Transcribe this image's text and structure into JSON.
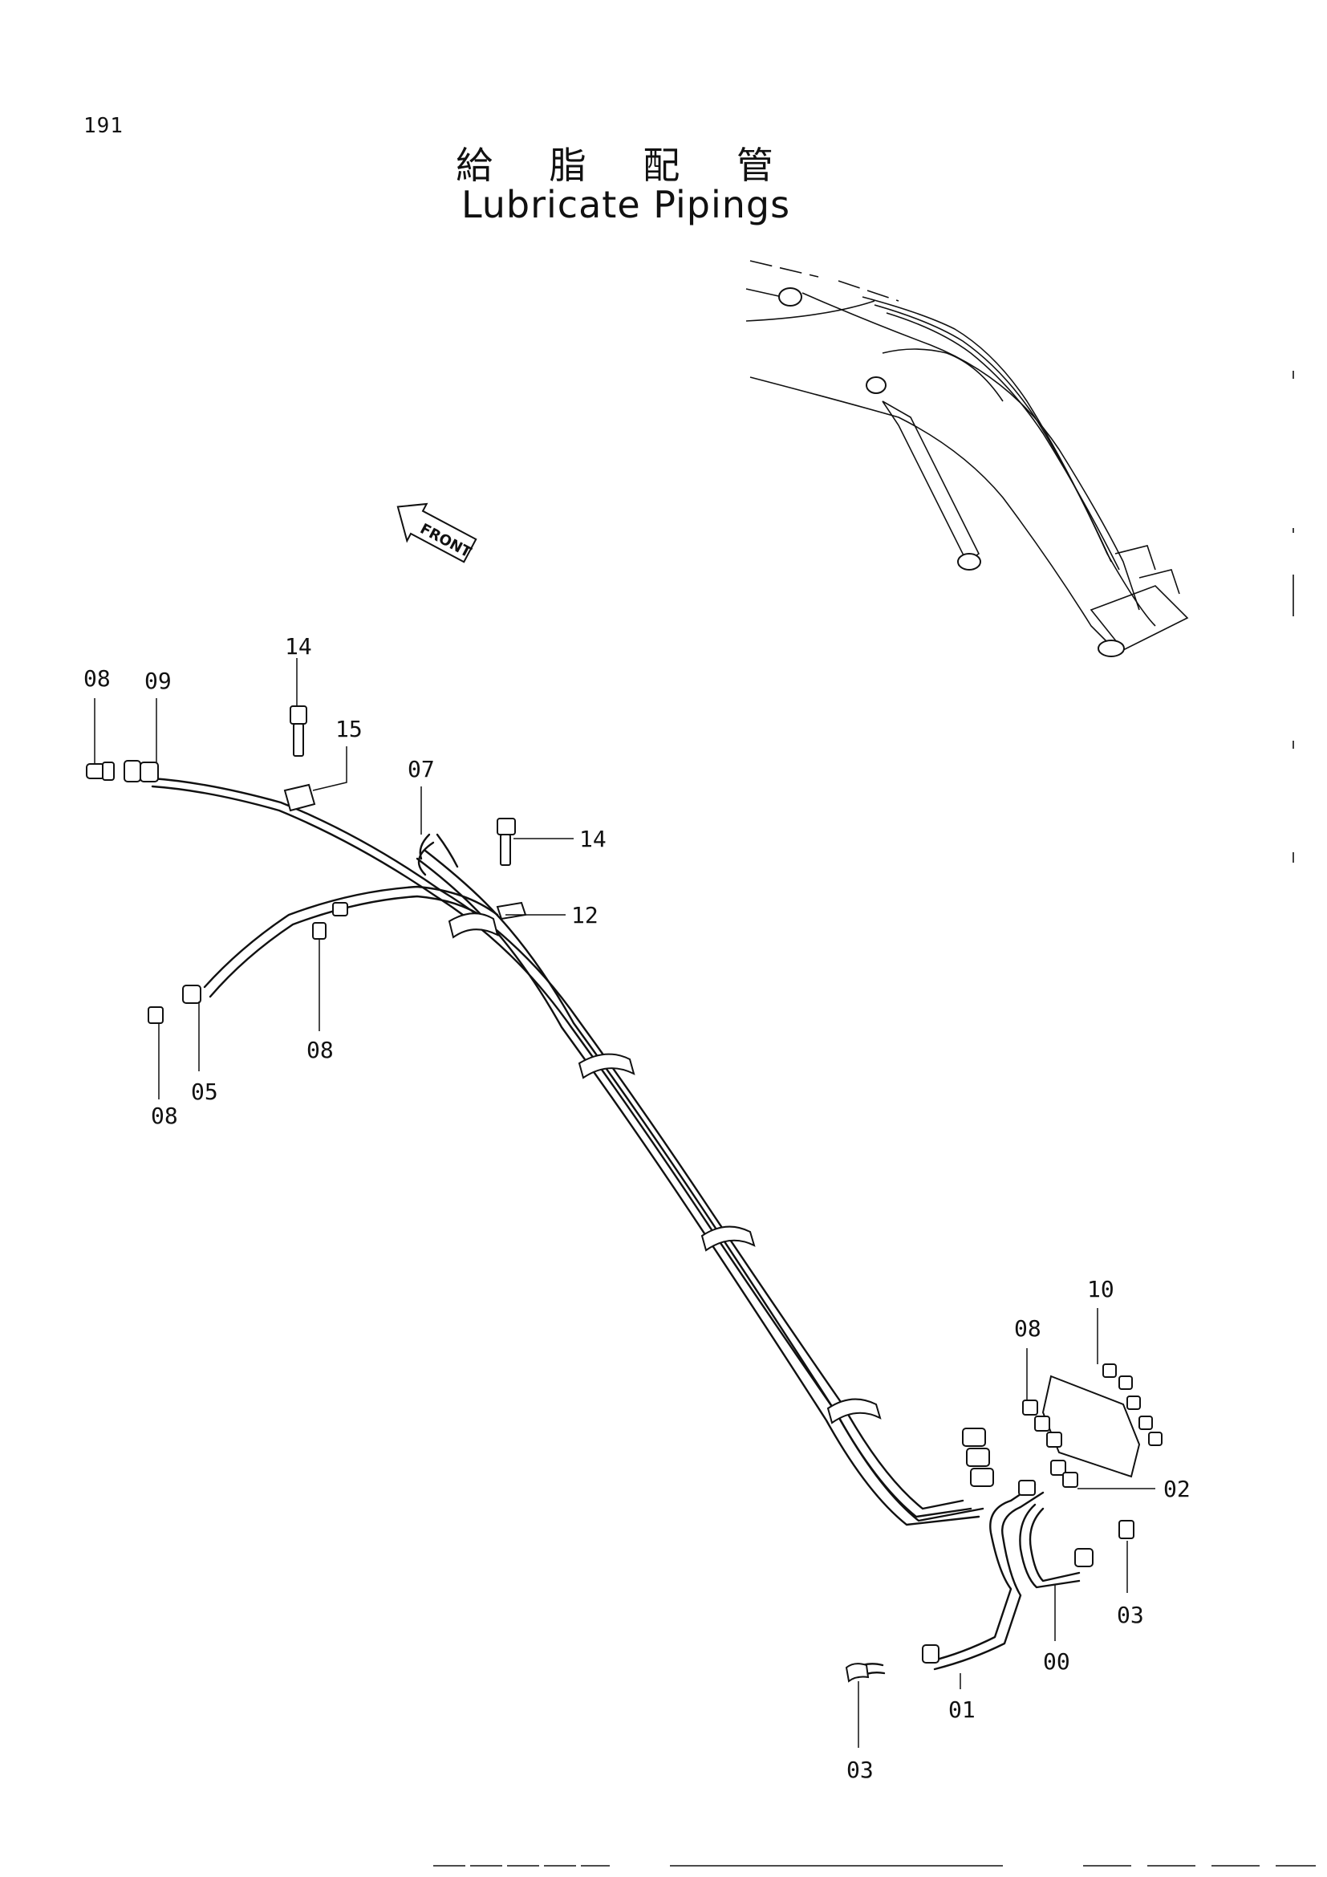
{
  "header": {
    "page_number": "191",
    "title_jp": "給 脂 配 管",
    "title_en": "Lubricate Pipings"
  },
  "diagram": {
    "front_arrow_label": "FRONT",
    "callouts": [
      {
        "id": "c-08a",
        "text": "08"
      },
      {
        "id": "c-09",
        "text": "09"
      },
      {
        "id": "c-14a",
        "text": "14"
      },
      {
        "id": "c-15",
        "text": "15"
      },
      {
        "id": "c-07",
        "text": "07"
      },
      {
        "id": "c-14b",
        "text": "14"
      },
      {
        "id": "c-12",
        "text": "12"
      },
      {
        "id": "c-08b",
        "text": "08"
      },
      {
        "id": "c-05",
        "text": "05"
      },
      {
        "id": "c-08c",
        "text": "08"
      },
      {
        "id": "c-10",
        "text": "10"
      },
      {
        "id": "c-08d",
        "text": "08"
      },
      {
        "id": "c-02",
        "text": "02"
      },
      {
        "id": "c-03a",
        "text": "03"
      },
      {
        "id": "c-00",
        "text": "00"
      },
      {
        "id": "c-01",
        "text": "01"
      },
      {
        "id": "c-03b",
        "text": "03"
      }
    ]
  }
}
